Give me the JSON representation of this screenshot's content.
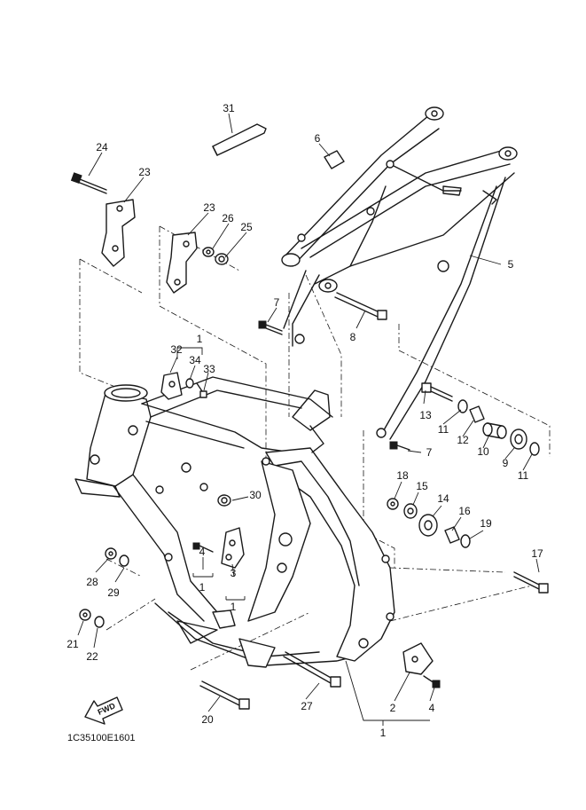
{
  "diagram": {
    "drawing_code": "1C35100E1601",
    "fwd_label": "FWD",
    "callouts": [
      "31",
      "6",
      "24",
      "23",
      "23",
      "26",
      "25",
      "5",
      "7",
      "8",
      "1",
      "32",
      "34",
      "33",
      "13",
      "11",
      "12",
      "10",
      "9",
      "11",
      "7",
      "18",
      "15",
      "14",
      "16",
      "19",
      "30",
      "28",
      "29",
      "4",
      "1",
      "3",
      "1",
      "17",
      "21",
      "22",
      "20",
      "27",
      "2",
      "4",
      "1"
    ]
  }
}
